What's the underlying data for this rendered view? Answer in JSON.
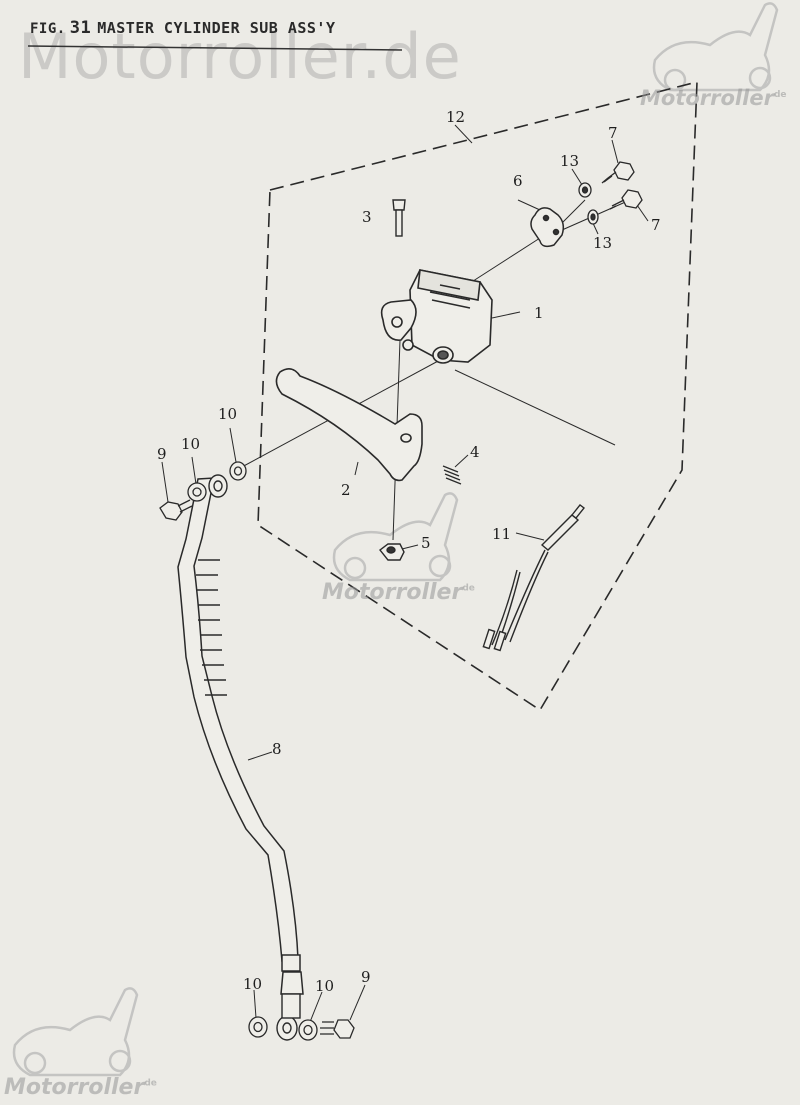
{
  "header": {
    "fig_prefix": "FIG.",
    "fig_number": "31",
    "title": "MASTER CYLINDER SUB ASS'Y"
  },
  "watermarks": {
    "site": "Motorroller.de",
    "brand": "Motorroller",
    "brand_suffix": "de"
  },
  "callouts": {
    "c1": "1",
    "c2": "2",
    "c3": "3",
    "c4": "4",
    "c5": "5",
    "c6": "6",
    "c7a": "7",
    "c7b": "7",
    "c8": "8",
    "c9a": "9",
    "c9b": "9",
    "c10a": "10",
    "c10b": "10",
    "c10c": "10",
    "c10d": "10",
    "c11": "11",
    "c12": "12",
    "c13a": "13",
    "c13b": "13"
  },
  "colors": {
    "ink": "#2a2a2a",
    "paper": "#ecebe6",
    "watermark": "#9a9a9a"
  }
}
